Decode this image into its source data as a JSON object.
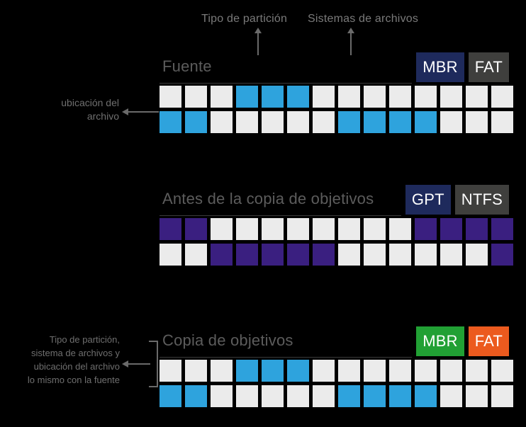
{
  "callouts": [
    {
      "id": "partition-type",
      "label": "Tipo de partición"
    },
    {
      "id": "filesystems",
      "label": "Sistemas de archivos"
    }
  ],
  "notes": {
    "file_location": "ubicación del\narchivo",
    "file_location_line1": "ubicación del",
    "file_location_line2": "archivo",
    "target_copy_line1": "Tipo de partición,",
    "target_copy_line2": "sistema de archivos y",
    "target_copy_line3": "ubicación del archivo",
    "target_copy_line4": "lo mismo con la fuente"
  },
  "colors": {
    "background": "#000000",
    "cell_empty": "#ebebeb",
    "cell_blue": "#2ea3dd",
    "cell_purple": "#3a1f80",
    "badge_navy": "#1e2a5c",
    "badge_gray": "#3f3f3d",
    "badge_green": "#21a034",
    "badge_orange": "#ec5a1e",
    "text_muted": "#6d6d6d",
    "rule": "#3a3a3a"
  },
  "sections": [
    {
      "id": "source",
      "title": "Fuente",
      "badges": [
        {
          "label": "MBR",
          "style": "badge-navy"
        },
        {
          "label": "FAT",
          "style": "badge-gray"
        }
      ],
      "grid": {
        "columns": 14,
        "rows": 2,
        "fill": "cell-blue",
        "cells": [
          [
            "empty",
            "empty",
            "empty",
            "fill",
            "fill",
            "fill",
            "empty",
            "empty",
            "empty",
            "empty",
            "empty",
            "empty",
            "empty",
            "empty"
          ],
          [
            "fill",
            "fill",
            "empty",
            "empty",
            "empty",
            "empty",
            "empty",
            "fill",
            "fill",
            "fill",
            "fill",
            "empty",
            "empty",
            "empty"
          ]
        ]
      }
    },
    {
      "id": "before",
      "title": "Antes de la copia de objetivos",
      "badges": [
        {
          "label": "GPT",
          "style": "badge-navy"
        },
        {
          "label": "NTFS",
          "style": "badge-gray"
        }
      ],
      "grid": {
        "columns": 14,
        "rows": 2,
        "fill": "cell-purple",
        "cells": [
          [
            "fill",
            "fill",
            "empty",
            "empty",
            "empty",
            "empty",
            "empty",
            "empty",
            "empty",
            "empty",
            "fill",
            "fill",
            "fill",
            "fill"
          ],
          [
            "empty",
            "empty",
            "fill",
            "fill",
            "fill",
            "fill",
            "fill",
            "empty",
            "empty",
            "empty",
            "empty",
            "empty",
            "empty",
            "fill"
          ]
        ]
      }
    },
    {
      "id": "target",
      "title": "Copia de objetivos",
      "badges": [
        {
          "label": "MBR",
          "style": "badge-green"
        },
        {
          "label": "FAT",
          "style": "badge-orange"
        }
      ],
      "grid": {
        "columns": 14,
        "rows": 2,
        "fill": "cell-blue",
        "cells": [
          [
            "empty",
            "empty",
            "empty",
            "fill",
            "fill",
            "fill",
            "empty",
            "empty",
            "empty",
            "empty",
            "empty",
            "empty",
            "empty",
            "empty"
          ],
          [
            "fill",
            "fill",
            "empty",
            "empty",
            "empty",
            "empty",
            "empty",
            "fill",
            "fill",
            "fill",
            "fill",
            "empty",
            "empty",
            "empty"
          ]
        ]
      }
    }
  ]
}
